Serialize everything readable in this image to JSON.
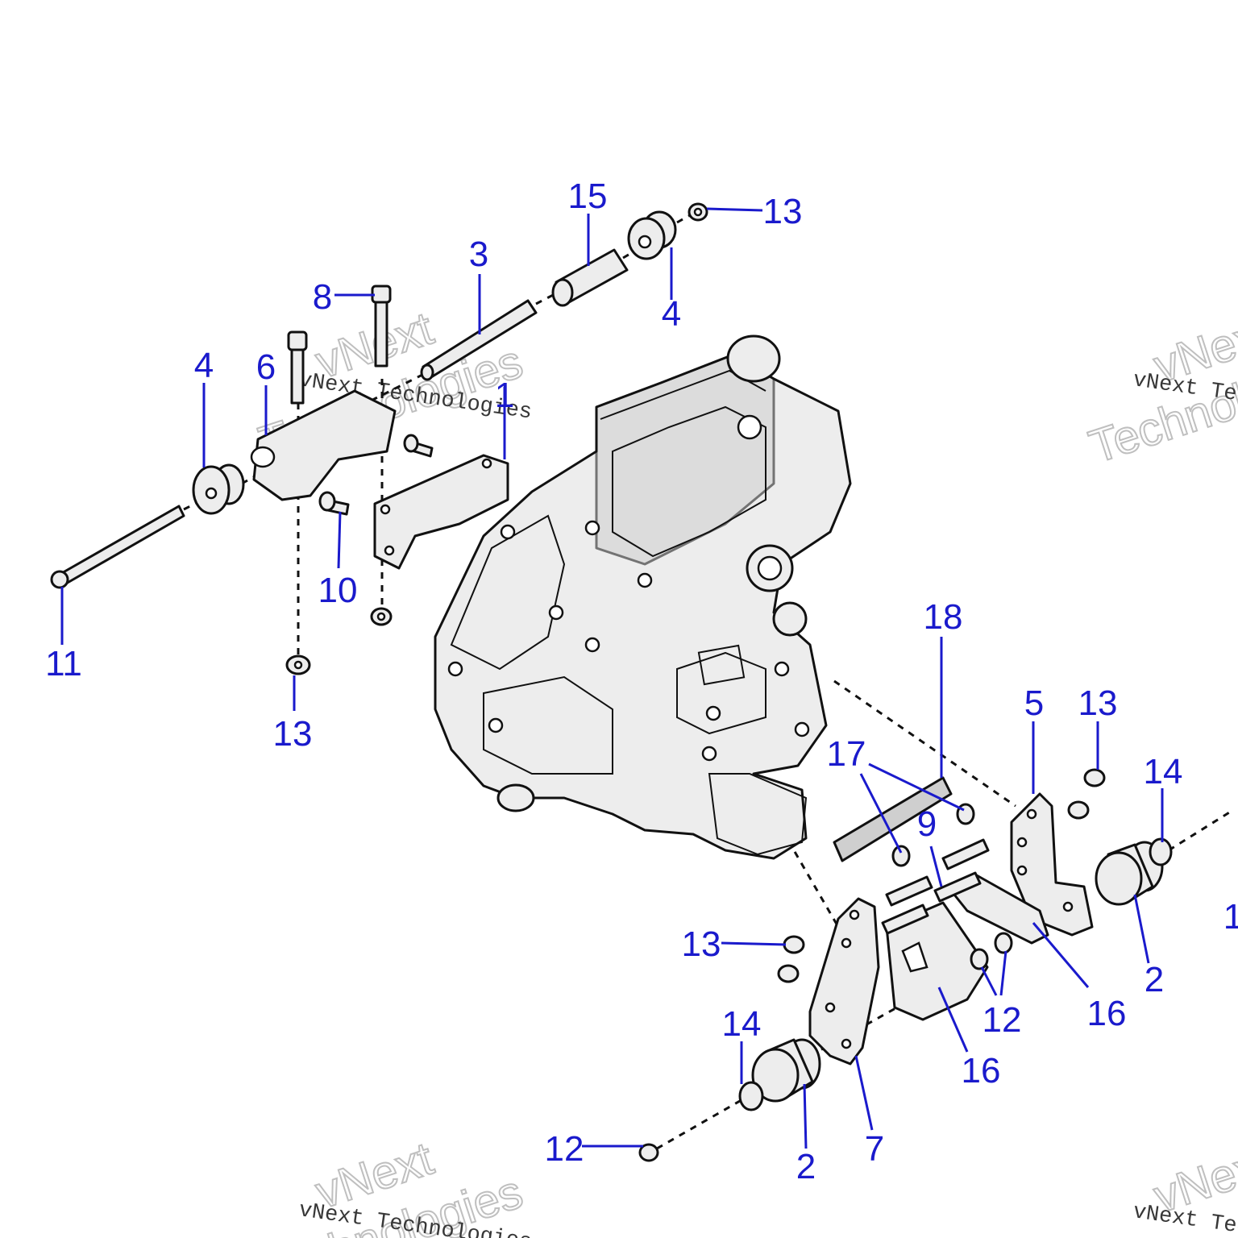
{
  "callouts": [
    {
      "label": "1"
    },
    {
      "label": "2"
    },
    {
      "label": "2"
    },
    {
      "label": "3"
    },
    {
      "label": "4"
    },
    {
      "label": "4"
    },
    {
      "label": "5"
    },
    {
      "label": "6"
    },
    {
      "label": "7"
    },
    {
      "label": "8"
    },
    {
      "label": "9"
    },
    {
      "label": "10"
    },
    {
      "label": "11"
    },
    {
      "label": "12"
    },
    {
      "label": "12"
    },
    {
      "label": "13"
    },
    {
      "label": "13"
    },
    {
      "label": "13"
    },
    {
      "label": "13"
    },
    {
      "label": "14"
    },
    {
      "label": "14"
    },
    {
      "label": "15"
    },
    {
      "label": "16"
    },
    {
      "label": "16"
    },
    {
      "label": "17"
    },
    {
      "label": "18"
    },
    {
      "label": "1"
    }
  ],
  "watermark": {
    "line1": "vNext Technologies",
    "big1": "vNext",
    "big2": "Technologies"
  },
  "colors": {
    "callout": "#1a1acc",
    "outline": "#111111",
    "fill": "#ededed"
  }
}
